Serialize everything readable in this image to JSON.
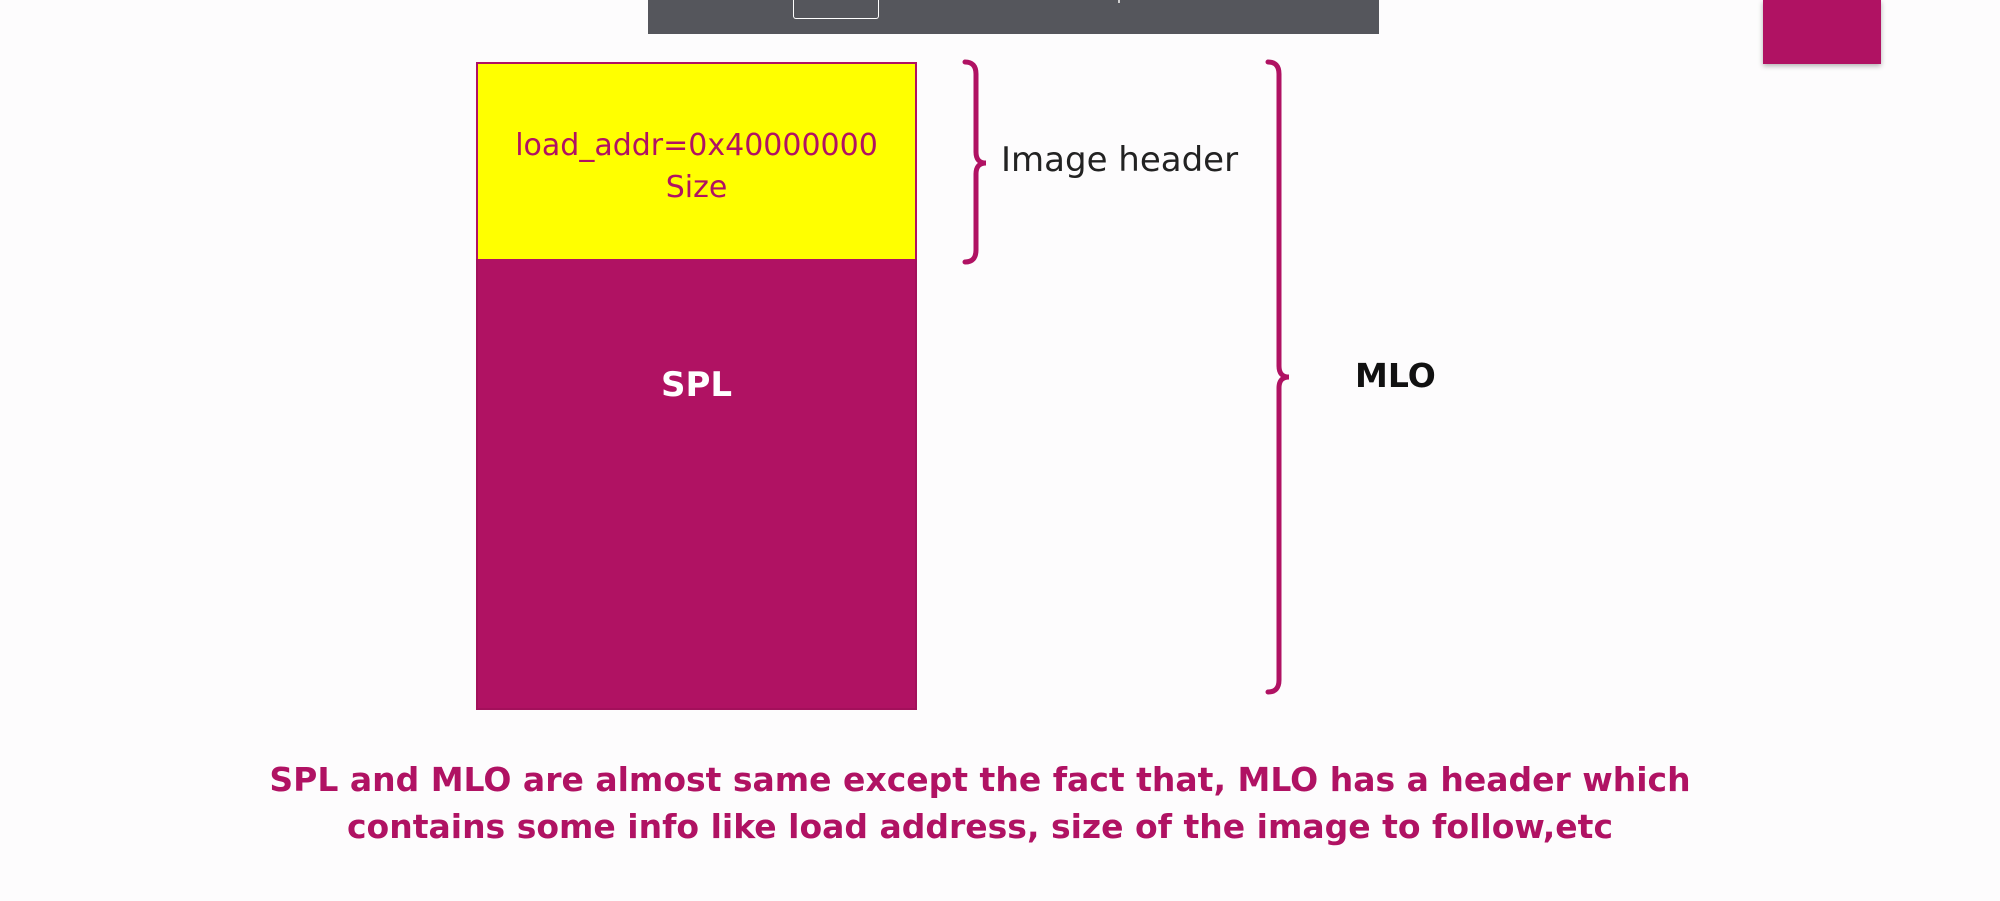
{
  "diagram": {
    "header_block": {
      "line1": "load_addr=0x40000000",
      "line2": "Size"
    },
    "spl_block": {
      "label": "SPL"
    },
    "brace_labels": {
      "image_header": "Image header",
      "mlo": "MLO"
    },
    "caption": {
      "line1": "SPL and MLO are almost same except the fact that, MLO has a header which",
      "line2": "contains some info like load address, size of the image to follow,etc"
    }
  },
  "colors": {
    "accent": "#b01263",
    "header_fill": "#ffff00",
    "toolbar": "#55565c",
    "background": "#fdfcfd"
  }
}
